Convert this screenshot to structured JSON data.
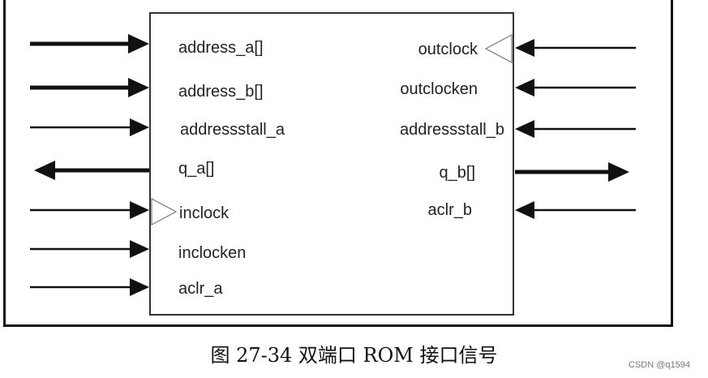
{
  "left_pins": [
    {
      "label": "address_a[]",
      "dir": "in",
      "weight": "bus",
      "clock": false
    },
    {
      "label": "address_b[]",
      "dir": "in",
      "weight": "bus",
      "clock": false
    },
    {
      "label": "addressstall_a",
      "dir": "in",
      "weight": "wire",
      "clock": false
    },
    {
      "label": "q_a[]",
      "dir": "out",
      "weight": "bus",
      "clock": false
    },
    {
      "label": "inclock",
      "dir": "in",
      "weight": "wire",
      "clock": true
    },
    {
      "label": "inclocken",
      "dir": "in",
      "weight": "wire",
      "clock": false
    },
    {
      "label": "aclr_a",
      "dir": "in",
      "weight": "wire",
      "clock": false
    }
  ],
  "right_pins": [
    {
      "label": "outclock",
      "dir": "in",
      "weight": "wire",
      "clock": true
    },
    {
      "label": "outclocken",
      "dir": "in",
      "weight": "wire",
      "clock": false
    },
    {
      "label": "addressstall_b",
      "dir": "in",
      "weight": "wire",
      "clock": false
    },
    {
      "label": "q_b[]",
      "dir": "out",
      "weight": "bus",
      "clock": false
    },
    {
      "label": "aclr_b",
      "dir": "in",
      "weight": "wire",
      "clock": false
    }
  ],
  "caption": "图 27-34  双端口 ROM 接口信号",
  "watermark": "CSDN @q1594"
}
